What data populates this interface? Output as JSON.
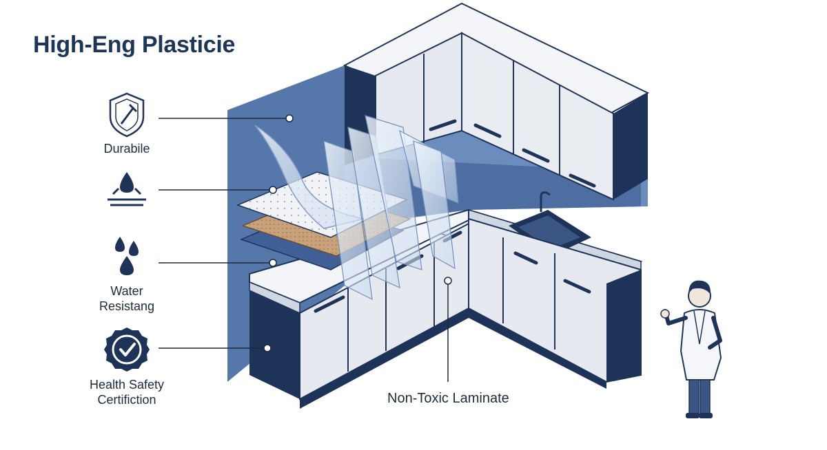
{
  "title": "High-Eng Plasticie",
  "features": [
    {
      "label_lines": [
        "Durabile"
      ],
      "icon": "shield-brush-icon"
    },
    {
      "label_lines": [],
      "icon": "water-splash-icon"
    },
    {
      "label_lines": [
        "Water",
        "Resistang"
      ],
      "icon": "water-drops-icon"
    },
    {
      "label_lines": [
        "Health Safety",
        "Certifiction"
      ],
      "icon": "certified-badge-icon"
    }
  ],
  "callout": {
    "label": "Non-Toxic Laminate"
  },
  "colors": {
    "title": "#1d3658",
    "wall": "#5577aa",
    "navy": "#1e3358",
    "cabinet": "#e6eaf0",
    "line": "#1d2a3a"
  }
}
